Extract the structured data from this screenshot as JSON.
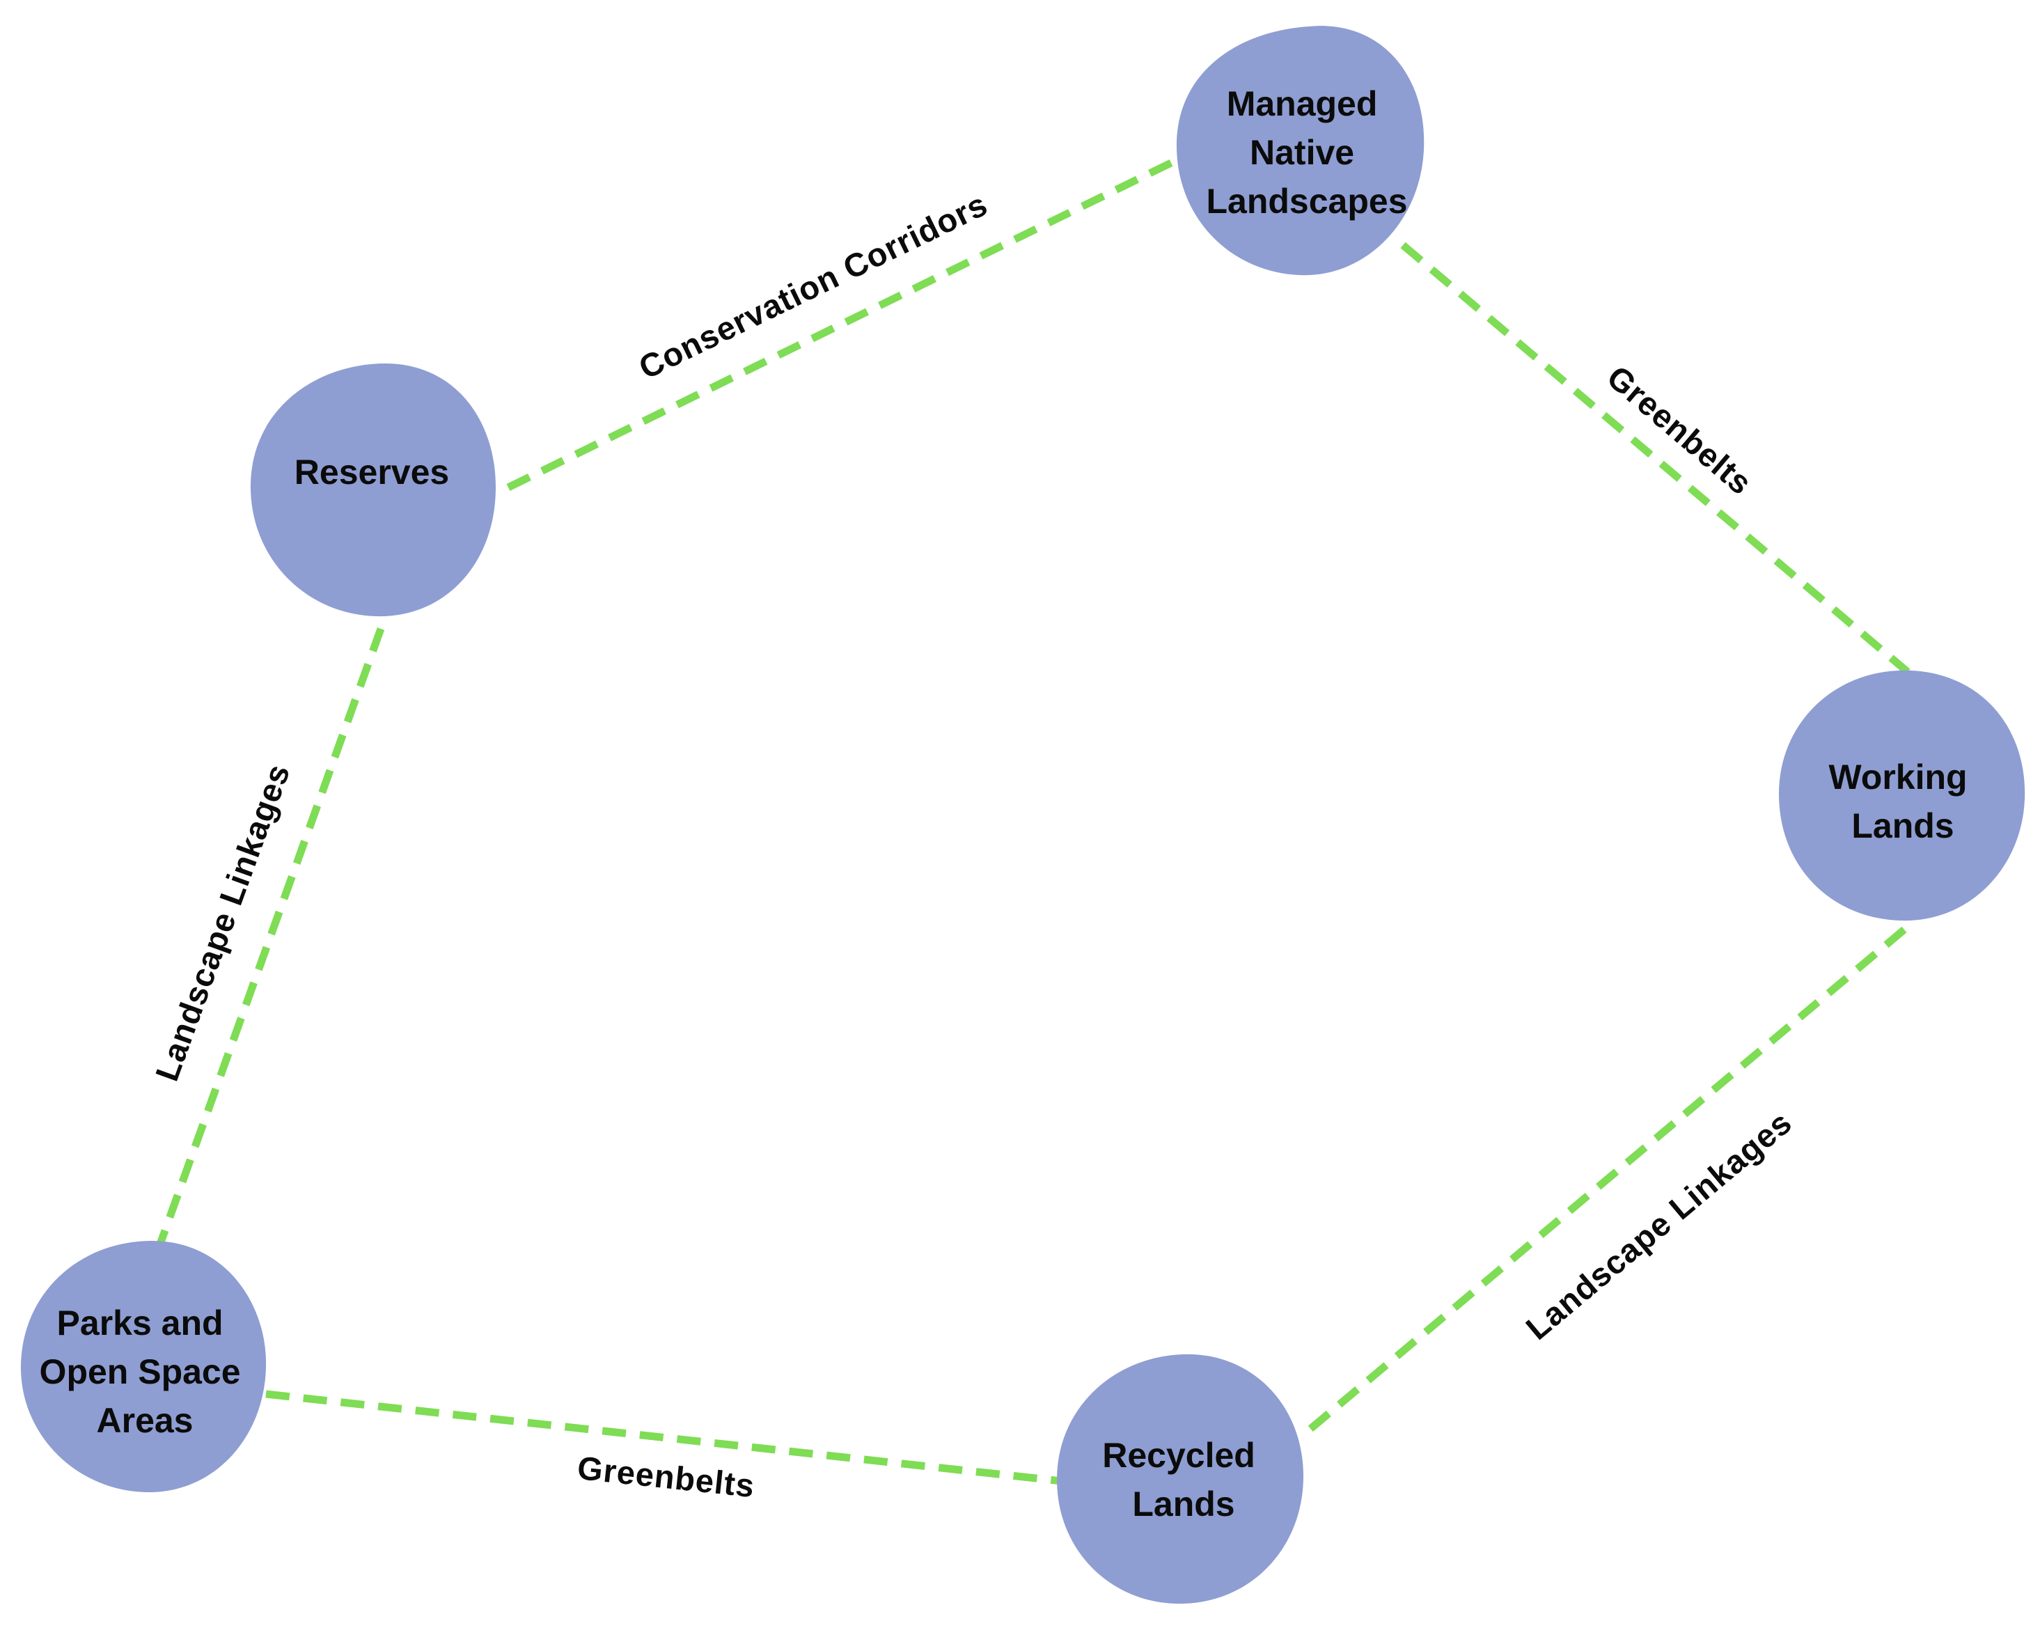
{
  "diagram": {
    "colors": {
      "node_fill": "#8e9ed2",
      "edge_stroke": "#7fdc55",
      "text": "#0b0b0b",
      "background": "#ffffff"
    },
    "nodes": {
      "managed_native_landscapes": {
        "lines": [
          "Managed",
          "Native",
          "Landscapes"
        ]
      },
      "reserves": {
        "lines": [
          "Reserves"
        ]
      },
      "working_lands": {
        "lines": [
          "Working",
          "Lands"
        ]
      },
      "parks_open_space": {
        "lines": [
          "Parks and",
          "Open Space",
          "Areas"
        ]
      },
      "recycled_lands": {
        "lines": [
          "Recycled",
          "Lands"
        ]
      }
    },
    "edges": {
      "reserves_to_managed": {
        "label": "Conservation Corridors",
        "style": "dashed"
      },
      "managed_to_working": {
        "label": "Greenbelts",
        "style": "dashed"
      },
      "reserves_to_parks": {
        "label": "Landscape Linkages",
        "style": "dashed"
      },
      "parks_to_recycled": {
        "label": "Greenbelts",
        "style": "dashed"
      },
      "working_to_recycled": {
        "label": "Landscape Linkages",
        "style": "dashed"
      }
    }
  }
}
